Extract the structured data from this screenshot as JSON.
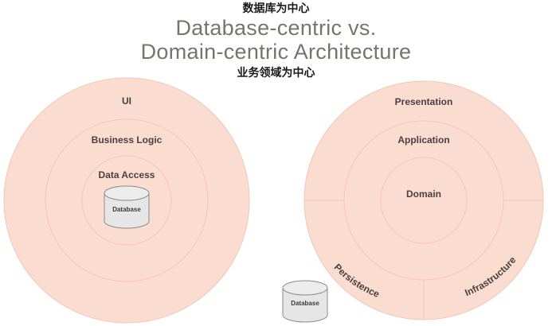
{
  "title": {
    "annotation_top": "数据库为中心",
    "line1": "Database-centric vs.",
    "line2": "Domain-centric Architecture",
    "annotation_bottom": "业务领域为中心"
  },
  "colors": {
    "ring_fill": "#fadcd1",
    "ring_stroke": "#f3c7b4",
    "label_text": "#4b403d",
    "title_text": "#77736f",
    "annotation_text": "#1a1a1a",
    "cylinder_fill": "#e6e6e6",
    "cylinder_stroke": "#8a8a8a"
  },
  "left_diagram": {
    "name": "Database-centric Architecture",
    "layers": [
      {
        "label": "UI"
      },
      {
        "label": "Business Logic"
      },
      {
        "label": "Data Access"
      }
    ],
    "datastore": {
      "label": "Database"
    }
  },
  "right_diagram": {
    "name": "Domain-centric Architecture",
    "layers": [
      {
        "label": "Presentation"
      },
      {
        "label": "Application"
      },
      {
        "label": "Domain"
      }
    ],
    "sectors": [
      {
        "label": "Persistence"
      },
      {
        "label": "Infrastructure"
      }
    ],
    "datastore": {
      "label": "Database"
    }
  }
}
